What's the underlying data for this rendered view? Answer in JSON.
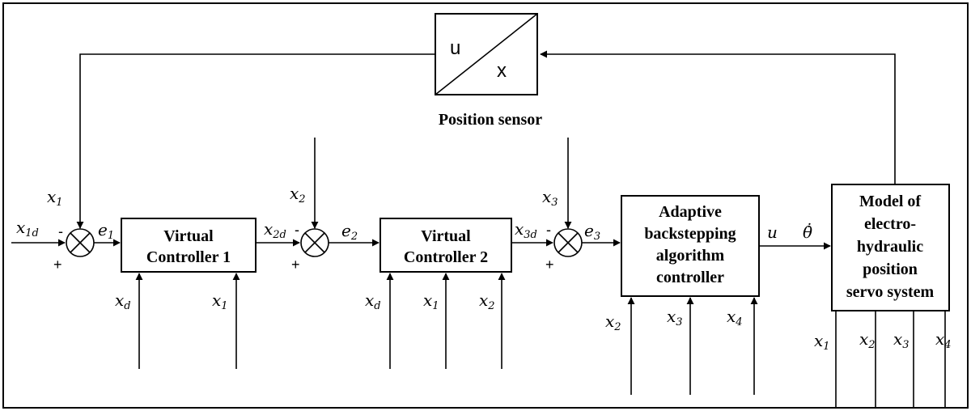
{
  "blocks": {
    "sensor": {
      "u": "u",
      "x": "x",
      "caption": "Position sensor"
    },
    "vc1": {
      "lines": [
        "Virtual",
        "Controller 1"
      ]
    },
    "vc2": {
      "lines": [
        "Virtual",
        "Controller 2"
      ]
    },
    "abc": {
      "lines": [
        "Adaptive",
        "backstepping",
        "algorithm",
        "controller"
      ]
    },
    "model": {
      "lines": [
        "Model of",
        "electro-",
        "hydraulic",
        "position",
        "servo system"
      ]
    }
  },
  "signals": {
    "x1d": {
      "base": "x",
      "sub": "1d"
    },
    "x2d": {
      "base": "x",
      "sub": "2d"
    },
    "x3d": {
      "base": "x",
      "sub": "3d"
    },
    "e1": {
      "base": "e",
      "sub": "1"
    },
    "e2": {
      "base": "e",
      "sub": "2"
    },
    "e3": {
      "base": "e",
      "sub": "3"
    },
    "x1": {
      "base": "x",
      "sub": "1"
    },
    "x2": {
      "base": "x",
      "sub": "2"
    },
    "x3": {
      "base": "x",
      "sub": "3"
    },
    "x4": {
      "base": "x",
      "sub": "4"
    },
    "xd": {
      "base": "x",
      "sub": "d"
    },
    "u": "u",
    "theta": "θ̇̇"
  },
  "signs": {
    "minus": "-",
    "plus": "+"
  }
}
